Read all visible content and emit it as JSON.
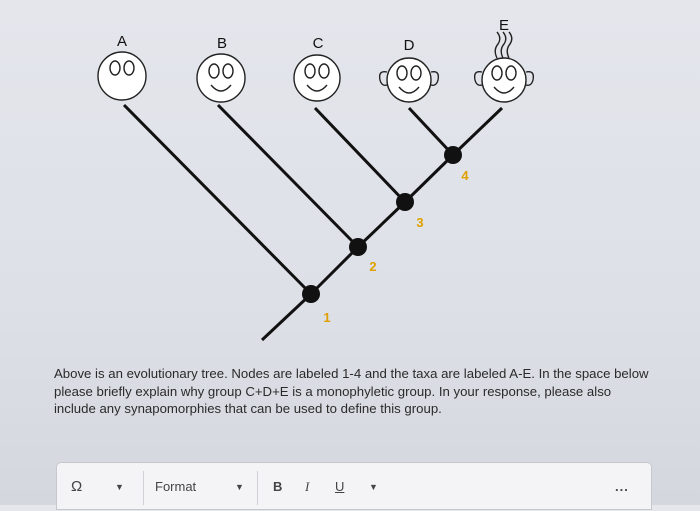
{
  "taxa": [
    {
      "label": "A",
      "icon": "face-plain-icon"
    },
    {
      "label": "B",
      "icon": "face-smile-icon"
    },
    {
      "label": "C",
      "icon": "face-smile-icon"
    },
    {
      "label": "D",
      "icon": "face-smile-ears-icon"
    },
    {
      "label": "E",
      "icon": "face-smile-ears-hair-icon"
    }
  ],
  "nodes": [
    {
      "label": "1"
    },
    {
      "label": "2"
    },
    {
      "label": "3"
    },
    {
      "label": "4"
    }
  ],
  "question": {
    "text": "Above is an evolutionary tree. Nodes are labeled 1-4 and the taxa are labeled A-E. In the space below please briefly explain why group C+D+E is a monophyletic group. In your response, please also include any synapomorphies that can be used to define this group."
  },
  "toolbar": {
    "format_label": "Format",
    "bold_label": "B",
    "italic_label": "I",
    "underline_label": "U",
    "more_label": "..."
  },
  "colors": {
    "branch": "#111111",
    "node_label": "#e0a000",
    "face_fill": "#ffffff"
  }
}
